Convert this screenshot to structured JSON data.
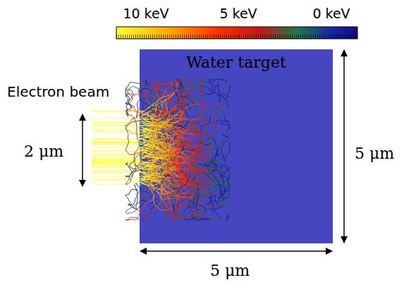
{
  "diagram": {
    "nodes": [
      {
        "text": [
          "Water target"
        ]
      }
    ],
    "labels": [
      "10 keV",
      "5 keV",
      "0 keV",
      "Electron beam",
      "2 μm",
      "5 μm",
      "5 μm"
    ]
  }
}
